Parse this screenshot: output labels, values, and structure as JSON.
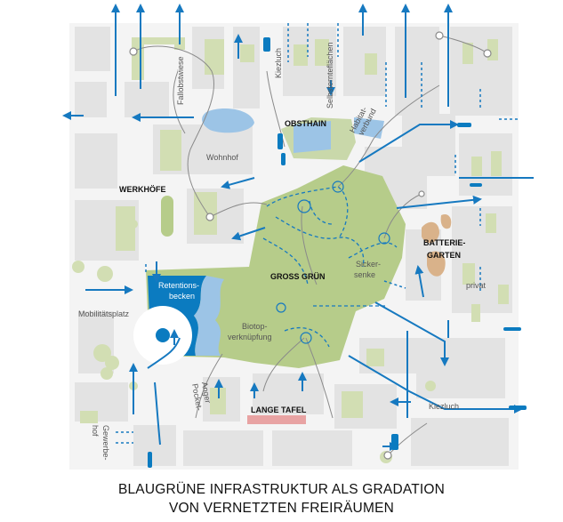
{
  "labels": {
    "fallobstwiese": "Fallobstwiese",
    "kiezluch_top": "Kiezluch",
    "selbsternteflaechen": "Selbsternteflächen",
    "obsthain": "OBSTHAIN",
    "habitat_verbund": "Habitat-\nverbund",
    "wohnhof": "Wohnhof",
    "werkhoefe": "WERKHÖFE",
    "batterie_garten": "BATTERIE-\nGARTEN",
    "sickersenke": "Sicker-\nsenke",
    "privat": "privat",
    "gross_gruen": "GROSS GRÜN",
    "retentionsbecken": "Retentions-\nbecken",
    "mobilitaetsplatz": "Mobilitätsplatz",
    "biotopverknuepfung": "Biotop-\nverknüpfung",
    "pocket_anger": "Pocket-\nAnger",
    "lange_tafel": "LANGE TAFEL",
    "kiezluch_bottom": "Kiezluch",
    "gewerbehof": "Gewerbe-\nhof"
  },
  "caption": {
    "line1": "BLAUGRÜNE INFRASTRUKTUR ALS GRADATION",
    "line2": "VON VERNETZTEN FREIRÄUMEN"
  },
  "colors": {
    "building": "#e3e3e3",
    "street": "#f4f4f4",
    "green_light": "#d2deb3",
    "green_main": "#b6cc8a",
    "water_light": "#9cc4e6",
    "water_dark": "#0b7bc0",
    "arrow_blue": "#1679c0",
    "path_grey": "#8a8a8a",
    "batterie": "#d9b28a",
    "lange_tafel": "#e8a3a3"
  }
}
